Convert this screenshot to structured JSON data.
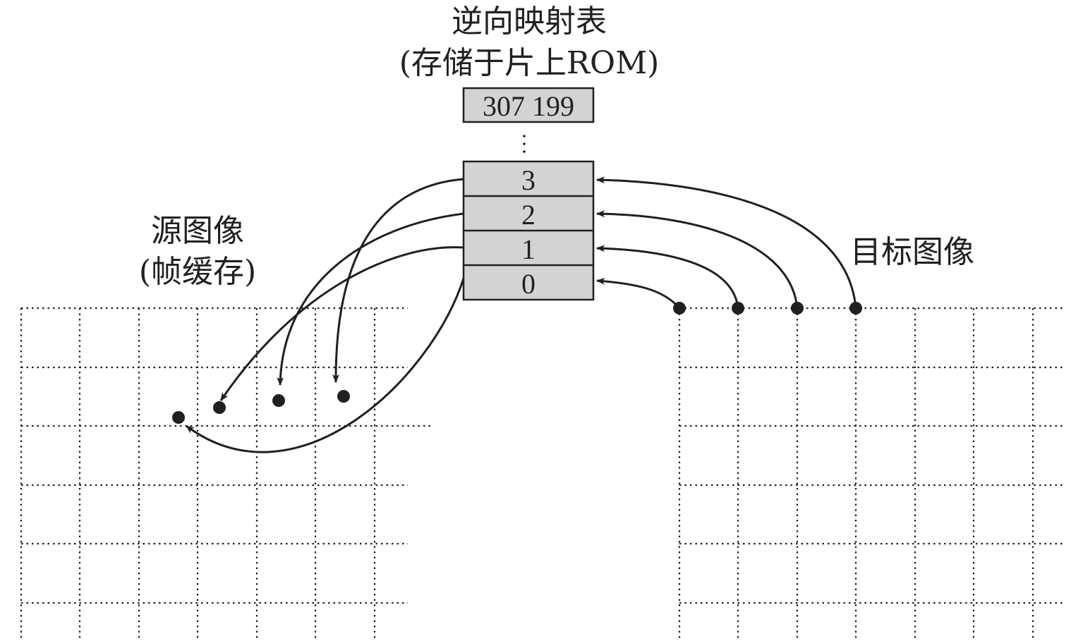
{
  "table": {
    "title": "逆向映射表",
    "subtitle": "(存储于片上ROM)",
    "top_entry": "307 199",
    "ellipsis": "⋮",
    "entries": [
      "3",
      "2",
      "1",
      "0"
    ]
  },
  "source": {
    "title": "源图像",
    "subtitle": "(帧缓存)"
  },
  "target": {
    "title": "目标图像"
  },
  "colors": {
    "cell_fill": "#d1d3d4",
    "ink": "#231f20"
  }
}
